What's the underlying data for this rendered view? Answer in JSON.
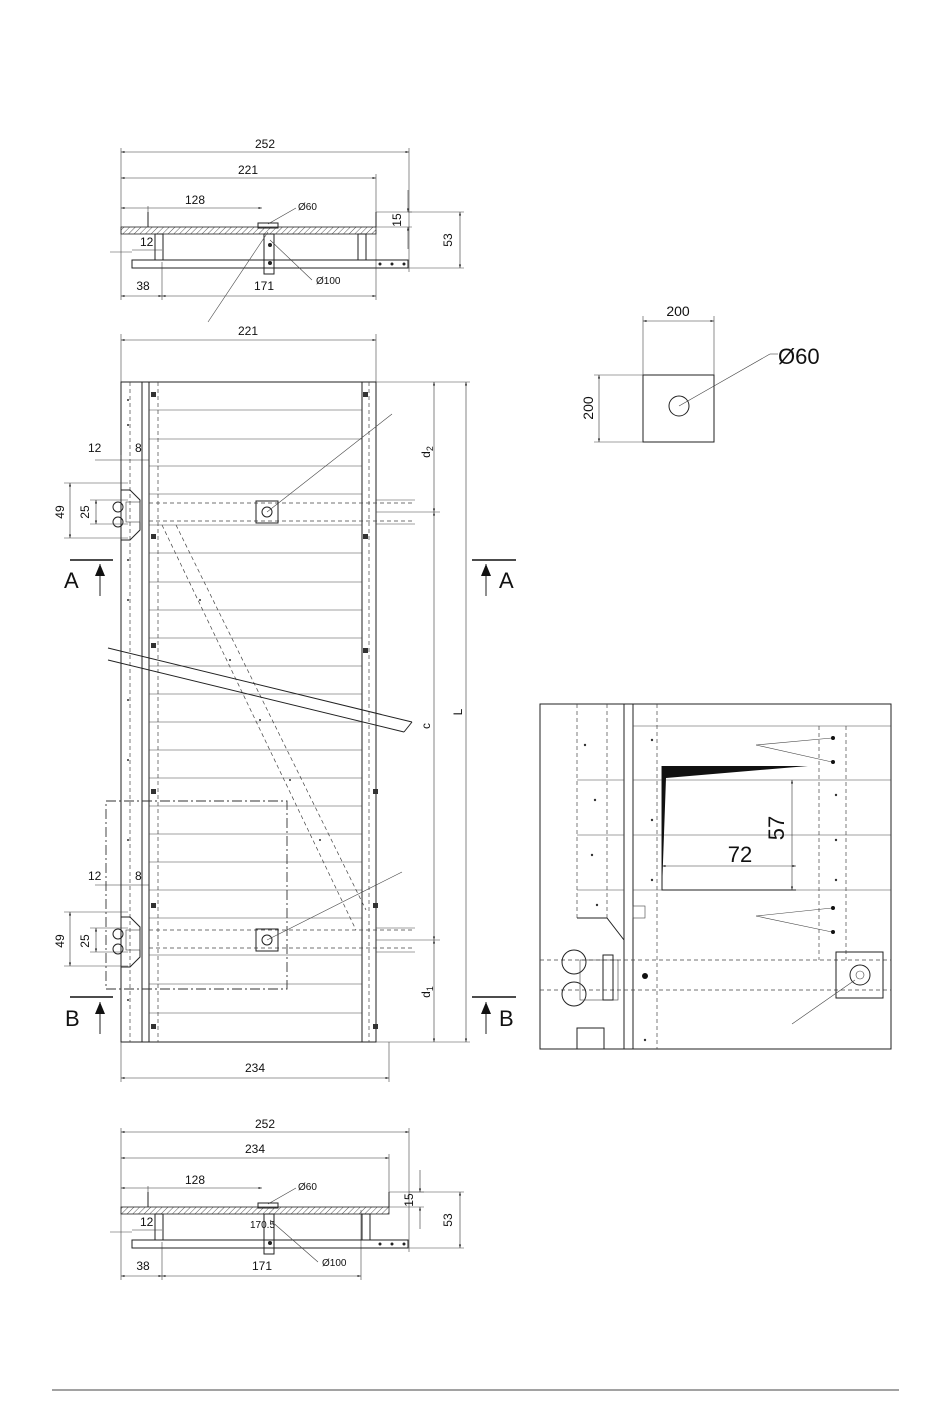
{
  "top_section": {
    "dim_252": "252",
    "dim_221": "221",
    "dim_128": "128",
    "dim_diam60": "Ø60",
    "dim_15": "15",
    "dim_53": "53",
    "dim_12": "12",
    "dim_38": "38",
    "dim_171": "171",
    "dim_diam100": "Ø100"
  },
  "plan": {
    "dim_221": "221",
    "dim_12_top": "12",
    "dim_8_top": "8",
    "dim_49_top": "49",
    "dim_25_top": "25",
    "dim_12_bot": "12",
    "dim_8_bot": "8",
    "dim_49_bot": "49",
    "dim_25_bot": "25",
    "dim_234": "234",
    "label_d2": "d",
    "label_d2_sub": "2",
    "label_c": "c",
    "label_L": "L",
    "label_d1": "d",
    "label_d1_sub": "1",
    "section_A_left": "A",
    "section_A_right": "A",
    "section_B_left": "B",
    "section_B_right": "B"
  },
  "square_detail": {
    "dim_200_h": "200",
    "dim_200_v": "200",
    "dim_diam60": "Ø60"
  },
  "zoom_detail": {
    "dim_72": "72",
    "dim_57": "57"
  },
  "bottom_section": {
    "dim_252": "252",
    "dim_234": "234",
    "dim_128": "128",
    "dim_diam60": "Ø60",
    "dim_15": "15",
    "dim_53": "53",
    "dim_12": "12",
    "dim_38": "38",
    "dim_171": "171",
    "dim_diam100": "Ø100",
    "small_label": "170.5"
  }
}
